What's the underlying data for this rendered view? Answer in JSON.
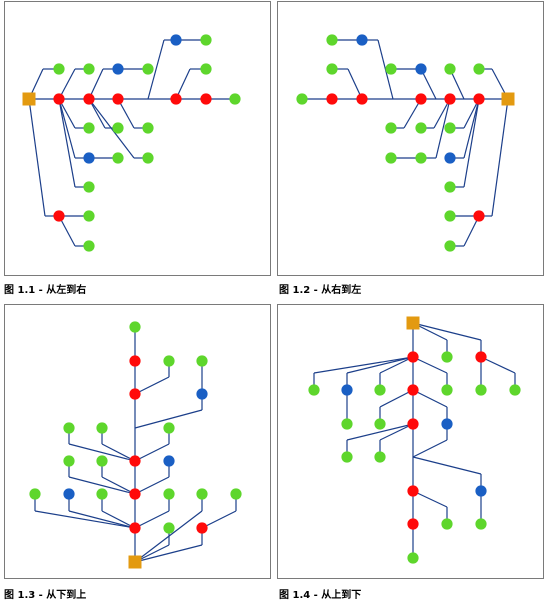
{
  "colors": {
    "root": "#e39a10",
    "red": "#ff0a0a",
    "green": "#5ed62c",
    "blue": "#1a5fc4",
    "edge": "#1c3f8a"
  },
  "captions": {
    "p1": "图 1.1 - 从左到右",
    "p2": "图 1.2 - 从右到左",
    "p3": "图 1.3 - 从下到上",
    "p4": "图 1.4 - 从上到下"
  }
}
